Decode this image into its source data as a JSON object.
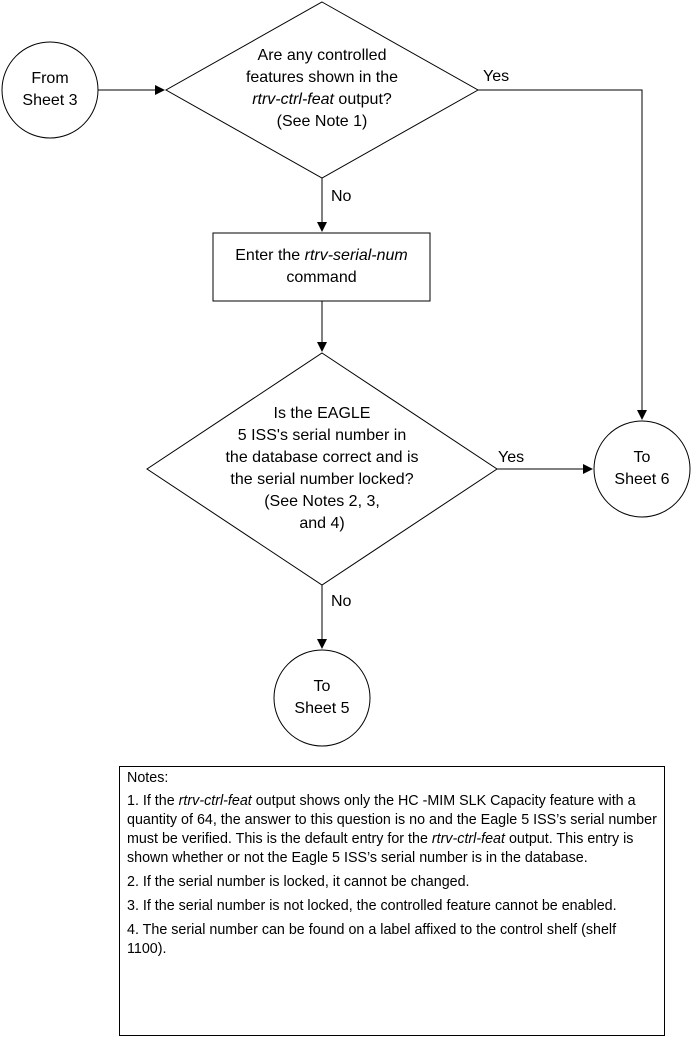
{
  "nodes": {
    "from_sheet3": {
      "line1": "From",
      "line2": "Sheet 3"
    },
    "decision1": {
      "line1": "Are any controlled",
      "line2": "features shown in the",
      "line3_cmd": "rtrv-ctrl-feat",
      "line3_rest": " output?",
      "line4": "(See Note 1)"
    },
    "process1": {
      "line1_pre": "Enter the ",
      "line1_cmd": "rtrv-serial-num",
      "line2": "command"
    },
    "decision2": {
      "line1": "Is the EAGLE",
      "line2": "5 ISS's serial number in",
      "line3": "the database correct and is",
      "line4": "the serial number locked?",
      "line5": "(See Notes 2, 3,",
      "line6": "and 4)"
    },
    "to_sheet6": {
      "line1": "To",
      "line2": "Sheet 6"
    },
    "to_sheet5": {
      "line1": "To",
      "line2": "Sheet 5"
    }
  },
  "labels": {
    "yes1": "Yes",
    "no1": "No",
    "yes2": "Yes",
    "no2": "No"
  },
  "notes": {
    "title": "Notes:",
    "n1_a": "1. If the ",
    "n1_cmd1": "rtrv-ctrl-feat",
    "n1_b": " output shows only the HC -MIM SLK Capacity feature with a quantity of 64, the answer to this question is no and the Eagle 5 ISS’s serial number must be verified.  This is the default entry for the ",
    "n1_cmd2": "rtrv-ctrl-feat",
    "n1_c": " output.  This entry is shown whether or not the Eagle 5 ISS’s serial number is in the database.",
    "n2": "2. If the serial number is locked, it cannot be changed.",
    "n3": "3. If the serial number is not locked, the controlled feature cannot be enabled.",
    "n4": "4. The serial number can be found on a label affixed to the control shelf (shelf 1100)."
  }
}
